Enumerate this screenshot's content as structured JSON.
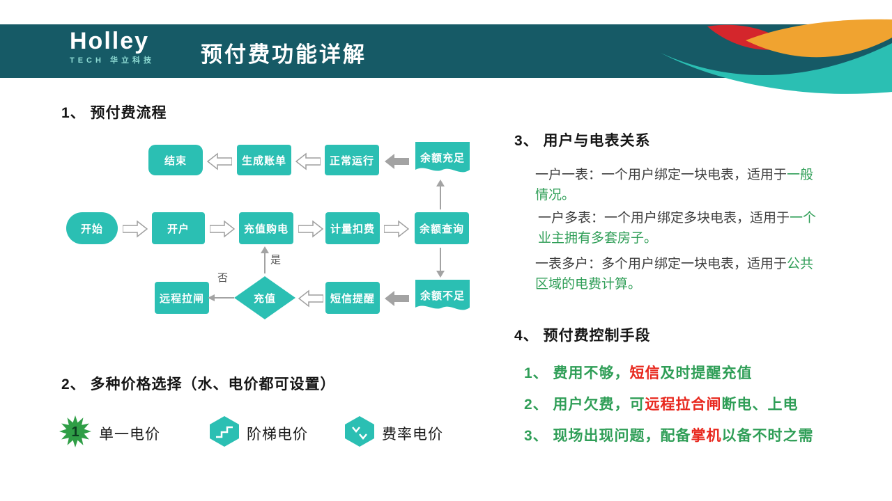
{
  "header": {
    "logo_text": "Holley",
    "logo_sub": "TECH 华立科技",
    "title": "预付费功能详解"
  },
  "sections": {
    "s1": {
      "heading": "1、 预付费流程"
    },
    "s2": {
      "heading": "2、 多种价格选择（水、电价都可设置）"
    },
    "s3": {
      "heading": "3、 用户与电表关系"
    },
    "s4": {
      "heading": "4、 预付费控制手段"
    }
  },
  "flowchart": {
    "nodes": {
      "start": "开始",
      "open_account": "开户",
      "purchase": "充值购电",
      "metering": "计量扣费",
      "balance_query": "余额查询",
      "balance_enough": "余额充足",
      "normal_run": "正常运行",
      "generate_bill": "生成账单",
      "end": "结束",
      "balance_low": "余额不足",
      "sms_remind": "短信提醒",
      "recharge": "充值",
      "remote_trip": "远程拉闸"
    },
    "labels": {
      "yes": "是",
      "no": "否"
    }
  },
  "pricing": {
    "single_badge": "1",
    "items": [
      {
        "label": "单一电价",
        "icon": "single-price-icon"
      },
      {
        "label": "阶梯电价",
        "icon": "tier-price-icon"
      },
      {
        "label": "费率电价",
        "icon": "rate-price-icon"
      }
    ]
  },
  "relations": {
    "items": [
      {
        "prefix": "一户一表：一个用户绑定一块电表，适用于",
        "highlight": "一般情况。"
      },
      {
        "prefix": "一户多表：一个用户绑定多块电表，适用于",
        "highlight": "一个业主拥有多套房子。"
      },
      {
        "prefix": "一表多户：多个用户绑定一块电表，适用于",
        "highlight": "公共区域的电费计算。"
      }
    ]
  },
  "controls": {
    "items": [
      {
        "prefix": "1、 费用不够，",
        "highlight": "短信",
        "suffix": "及时提醒充值"
      },
      {
        "prefix": "2、 用户欠费，可",
        "highlight": "远程拉合闸",
        "suffix": "断电、上电"
      },
      {
        "prefix": "3、 现场出现问题，配备",
        "highlight": "掌机",
        "suffix": "以备不时之需"
      }
    ]
  },
  "colors": {
    "header_bar": "#165a66",
    "node_teal": "#2bbfb3",
    "green_text": "#2f9e57",
    "red_text": "#e8281e",
    "deco_orange": "#f0a330",
    "deco_red": "#d4262c",
    "arrow_gray": "#a3a3a3",
    "burst_green": "#2f9e46"
  }
}
